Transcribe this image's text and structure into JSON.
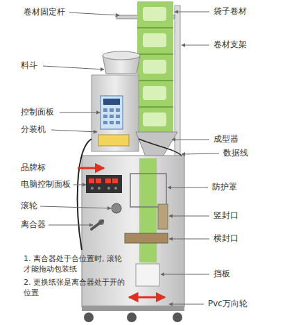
{
  "diagram": {
    "labels": [
      "卷材固定杆",
      "袋子卷材",
      "卷材支架",
      "料斗",
      "控制面板",
      "分装机",
      "成型器",
      "数据线",
      "品牌标",
      "电脑控制面板",
      "防护罩",
      "滚轮",
      "竖封口",
      "离合器",
      "横封口",
      "1. 离合器处于合位置时, 滚轮才能拖动包装纸",
      "2. 更换纸张是离合器处于开的位置",
      "挡板",
      "Pvc万向轮"
    ]
  }
}
